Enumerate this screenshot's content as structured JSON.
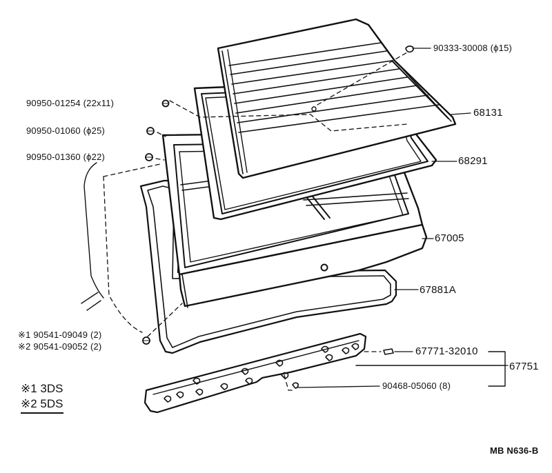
{
  "parts": {
    "glass_clip": "90333-30008 (ϕ15)",
    "glass": "68131",
    "weatherstrip": "68291",
    "door_panel": "67005",
    "door_seal": "67881A",
    "garnish_clip": "67771-32010",
    "garnish_assy": "67751",
    "garnish_screw": "90468-05060 (8)",
    "grommet_1": "90950-01254 (22x11)",
    "grommet_2": "90950-01060 (ϕ25)",
    "grommet_3": "90950-01360 (ϕ22)",
    "clip_variant_1": "※1 90541-09049 (2)",
    "clip_variant_2": "※2 90541-09052 (2)"
  },
  "notes": {
    "variant_1": "※1 3DS",
    "variant_2": "※2 5DS"
  },
  "drawing_code": "MB N636-B",
  "colors": {
    "ink": "#111111",
    "paper": "#ffffff"
  }
}
